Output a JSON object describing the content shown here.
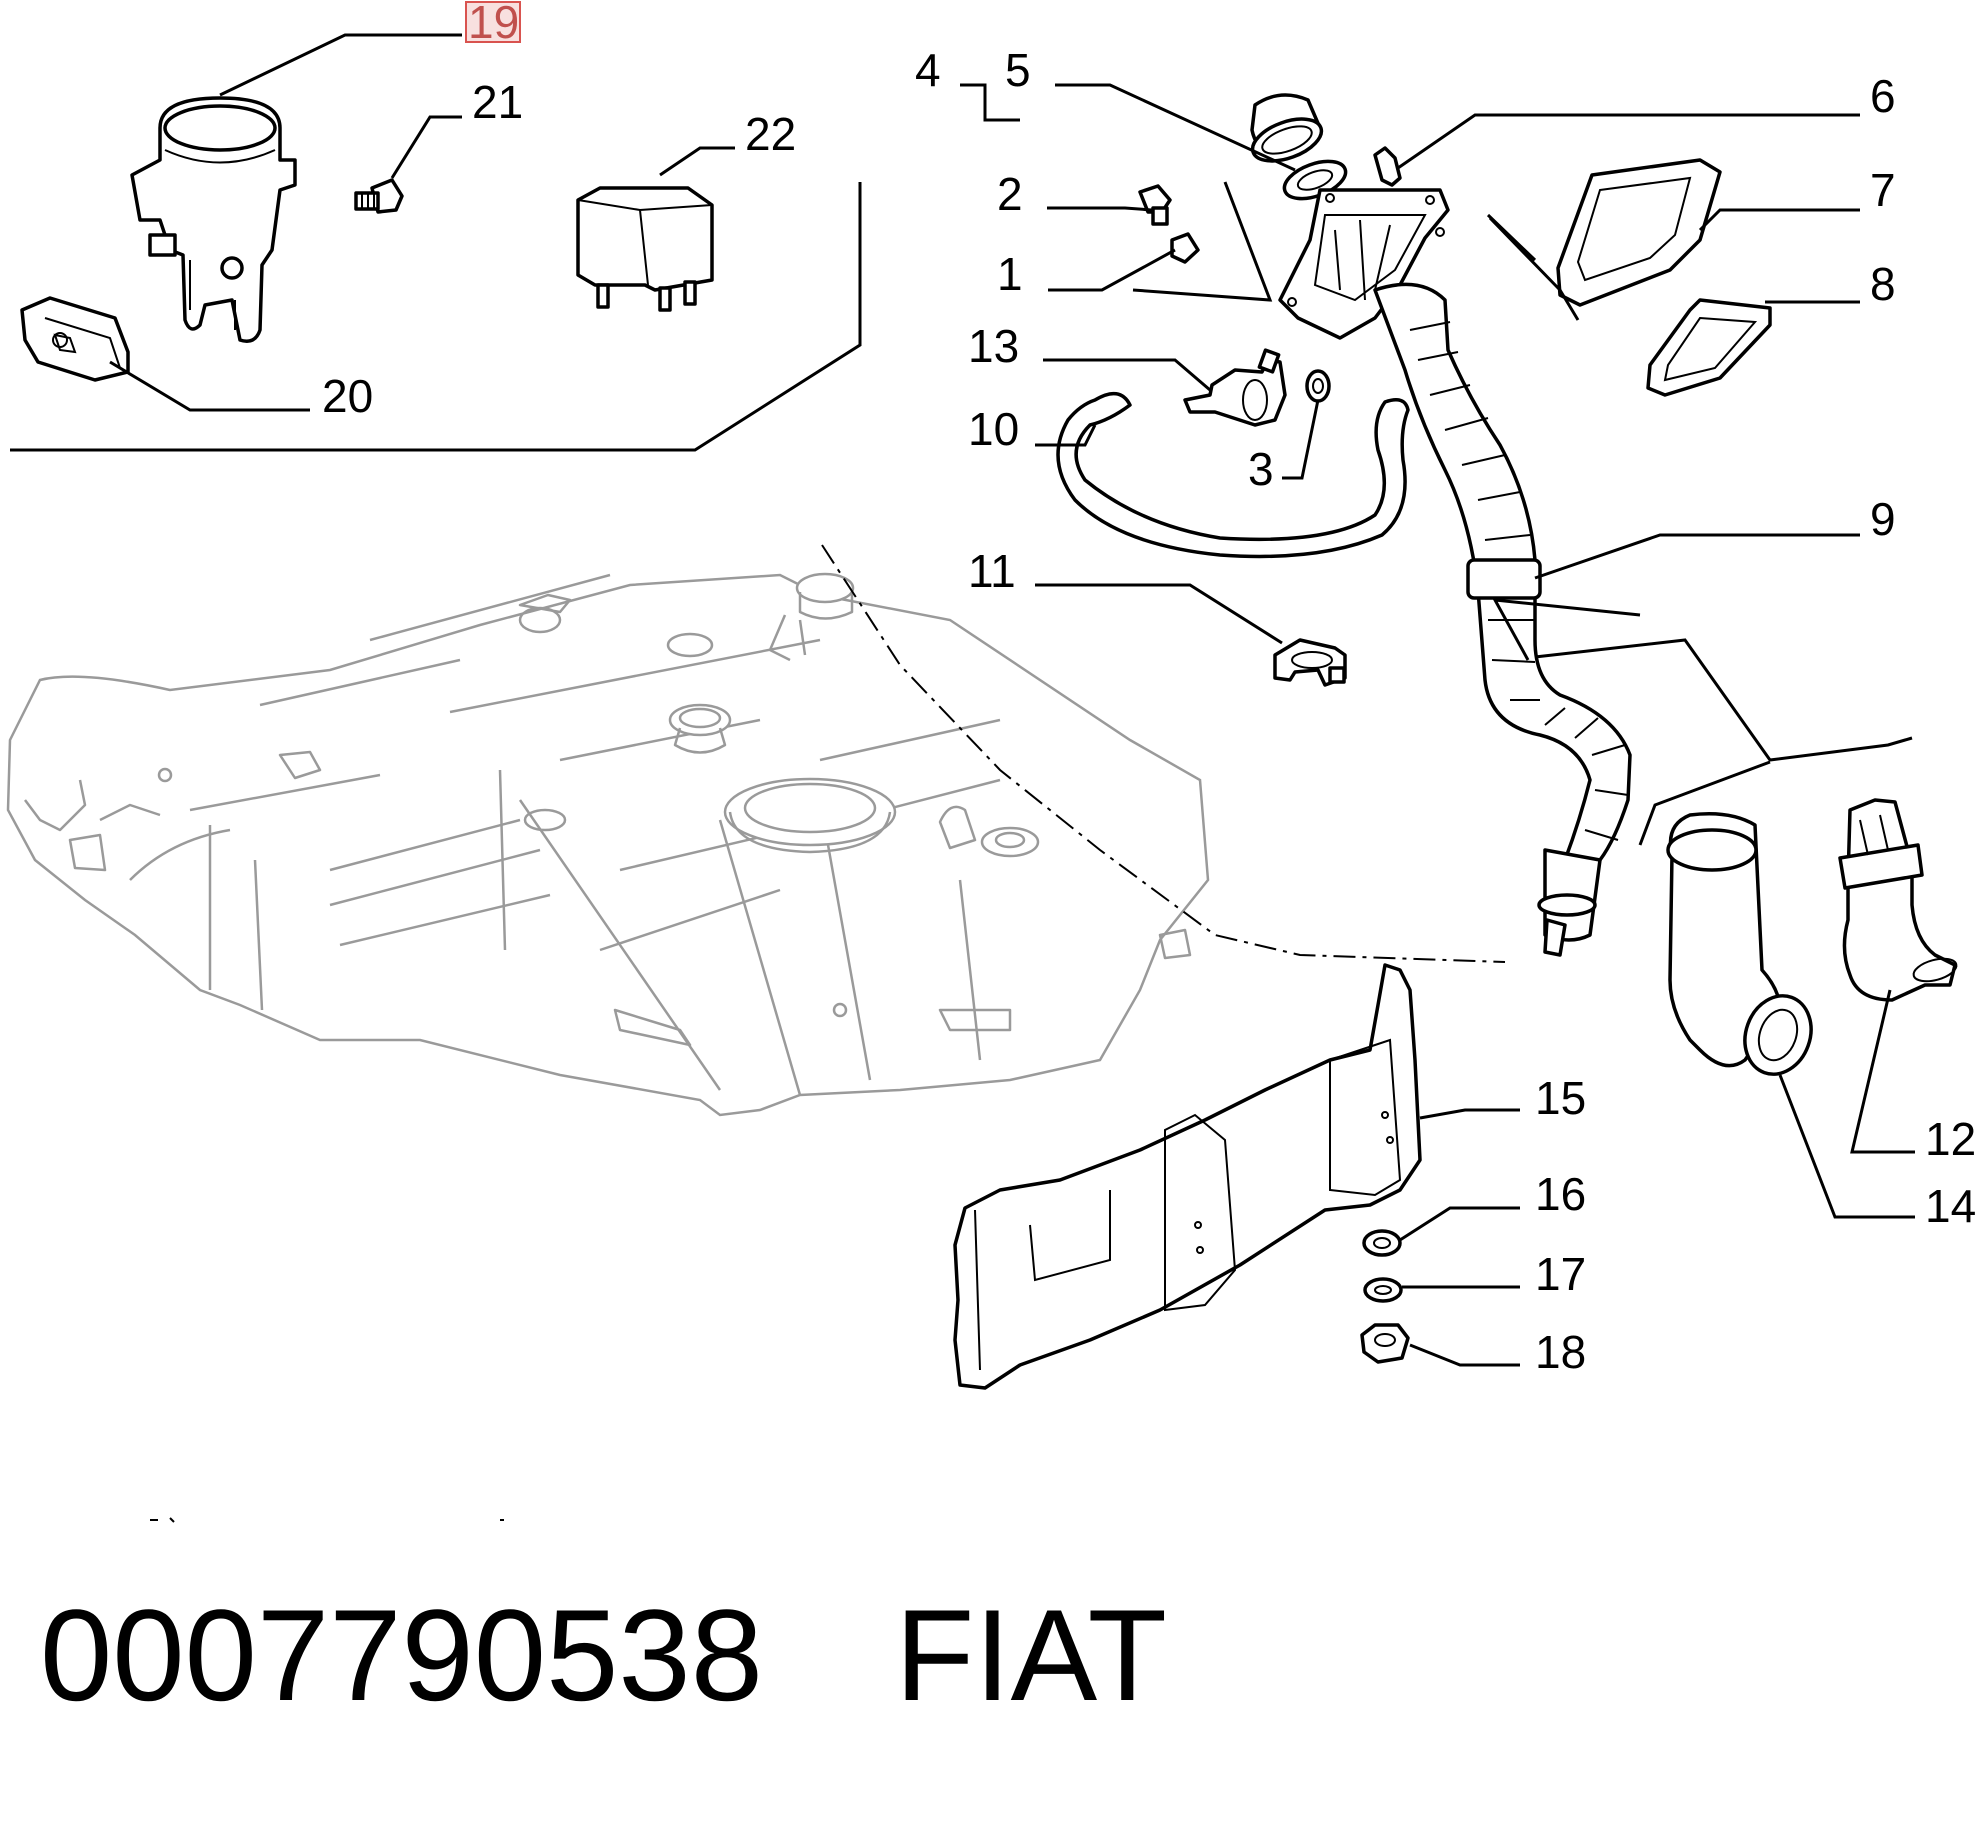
{
  "callouts": [
    {
      "id": "19",
      "highlighted": true
    },
    {
      "id": "21"
    },
    {
      "id": "22"
    },
    {
      "id": "20"
    },
    {
      "id": "4"
    },
    {
      "id": "5"
    },
    {
      "id": "6"
    },
    {
      "id": "2"
    },
    {
      "id": "7"
    },
    {
      "id": "1"
    },
    {
      "id": "8"
    },
    {
      "id": "13"
    },
    {
      "id": "10"
    },
    {
      "id": "3"
    },
    {
      "id": "9"
    },
    {
      "id": "11"
    },
    {
      "id": "12"
    },
    {
      "id": "15"
    },
    {
      "id": "14"
    },
    {
      "id": "16"
    },
    {
      "id": "17"
    },
    {
      "id": "18"
    }
  ],
  "footer": {
    "part_number": "0007790538",
    "brand": "FIAT"
  },
  "colors": {
    "highlight": "#d9534f",
    "ink": "#000000",
    "ghost": "#9a9a9a"
  }
}
